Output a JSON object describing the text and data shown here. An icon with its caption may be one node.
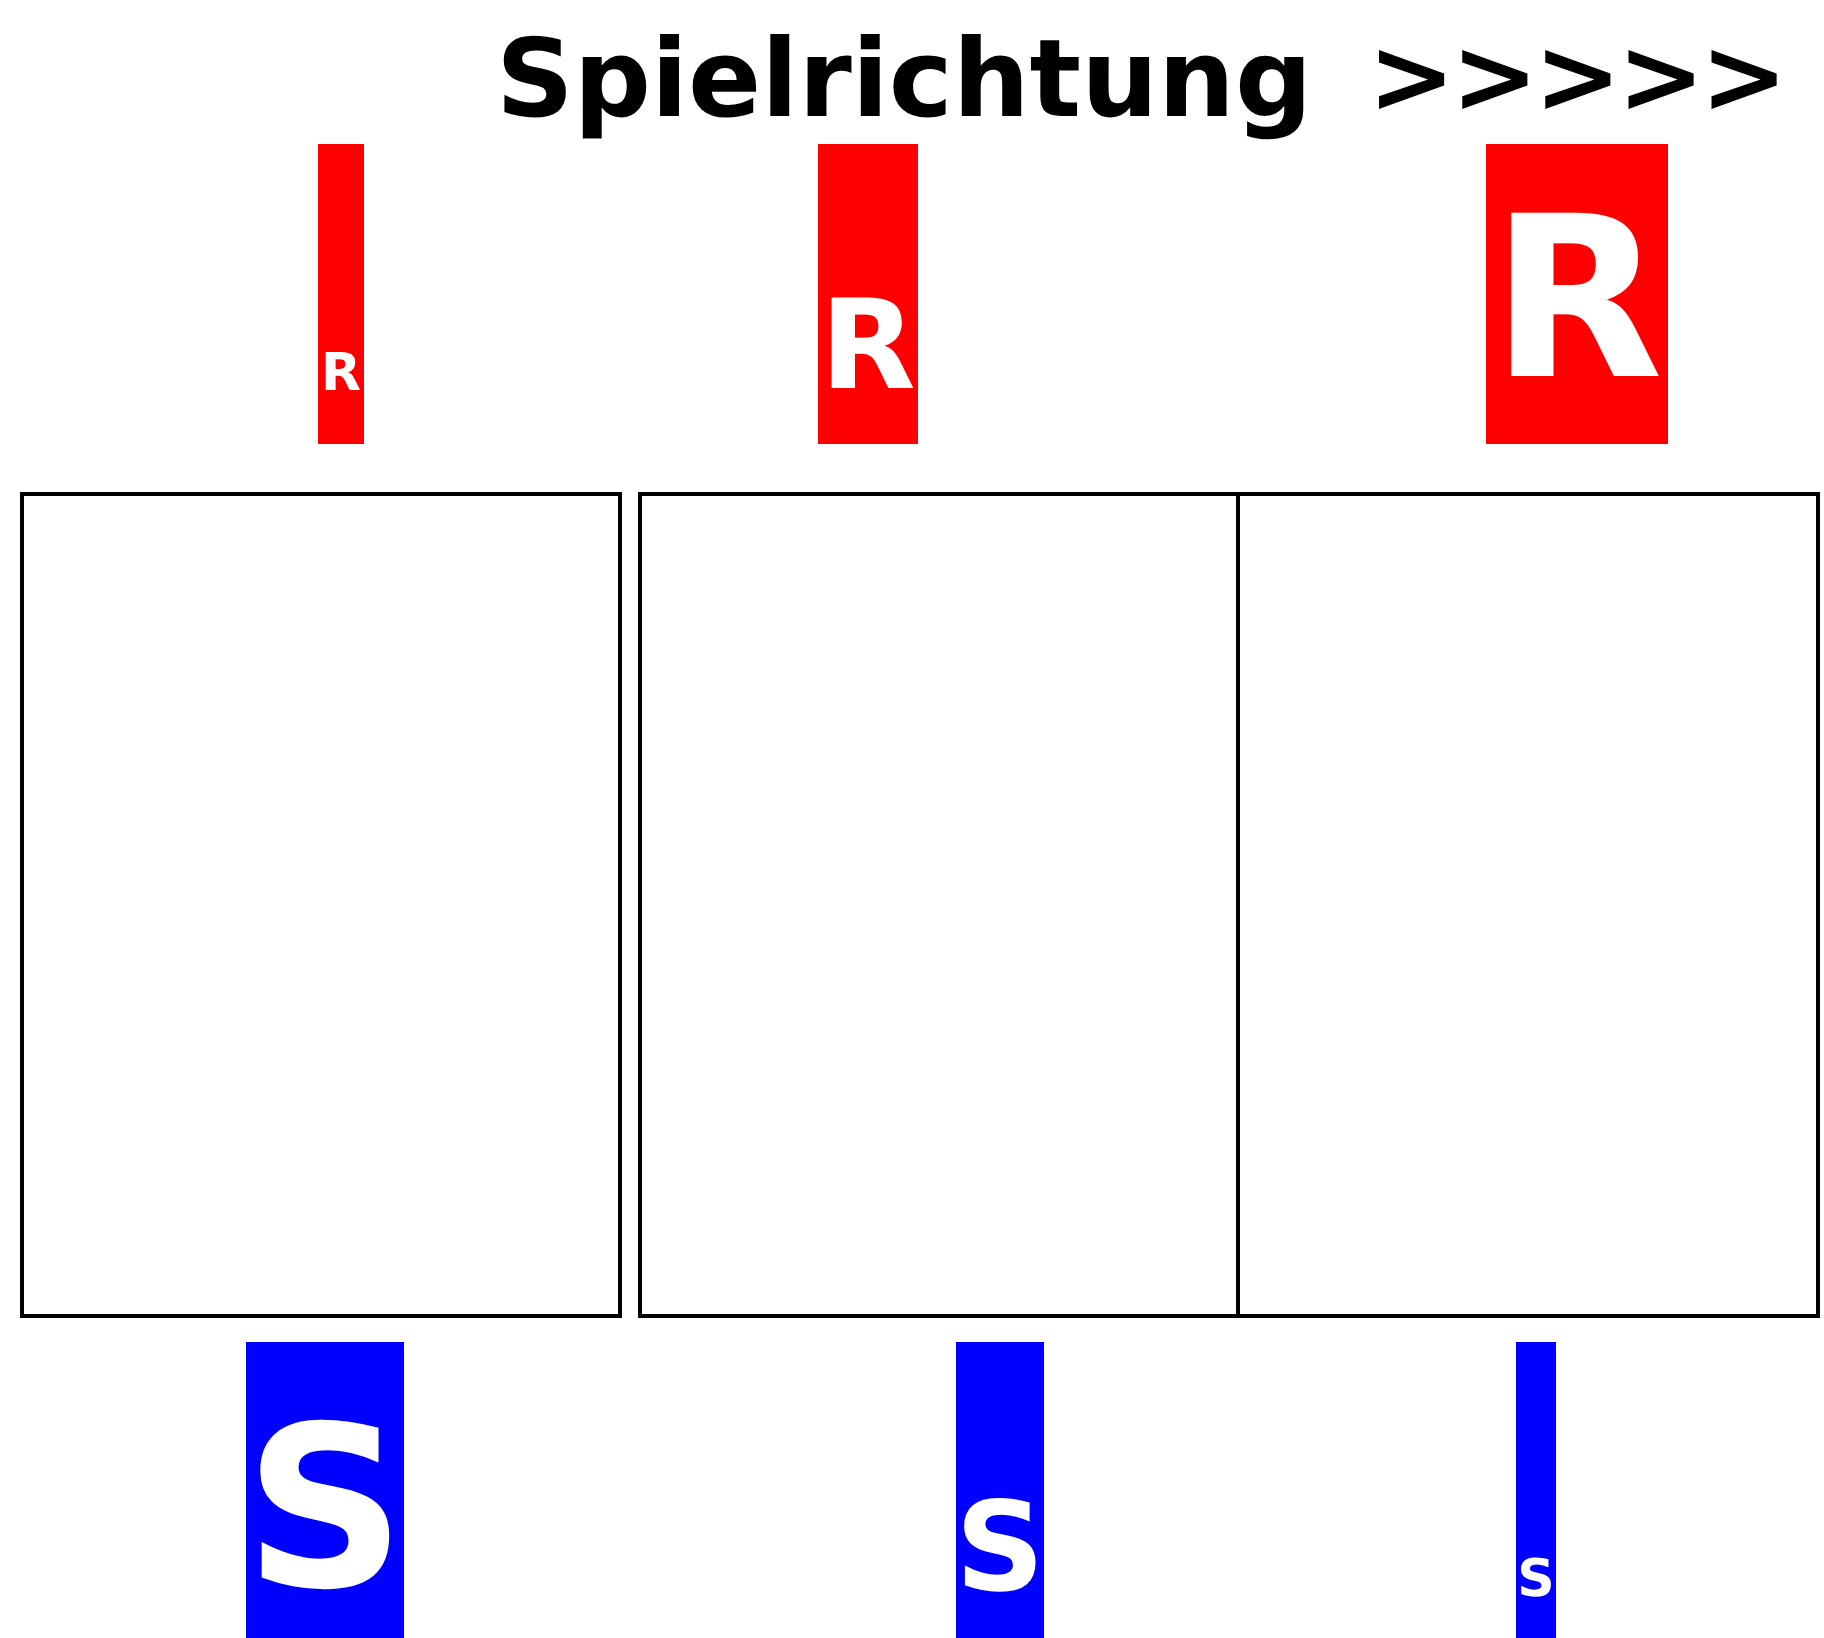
{
  "diagram": {
    "title": "Spielrichtung",
    "nodes": [
      {
        "text": [
          "R"
        ]
      },
      {
        "text": [
          "R"
        ]
      },
      {
        "text": [
          "R"
        ]
      },
      {
        "text": [],
        "shape": "box"
      },
      {
        "text": [],
        "shape": "box"
      },
      {
        "text": [],
        "shape": "box"
      },
      {
        "text": [
          "S"
        ]
      },
      {
        "text": [
          "S"
        ]
      },
      {
        "text": [
          "S"
        ]
      }
    ],
    "edges": [],
    "labels": [
      ">>>>>"
    ]
  }
}
